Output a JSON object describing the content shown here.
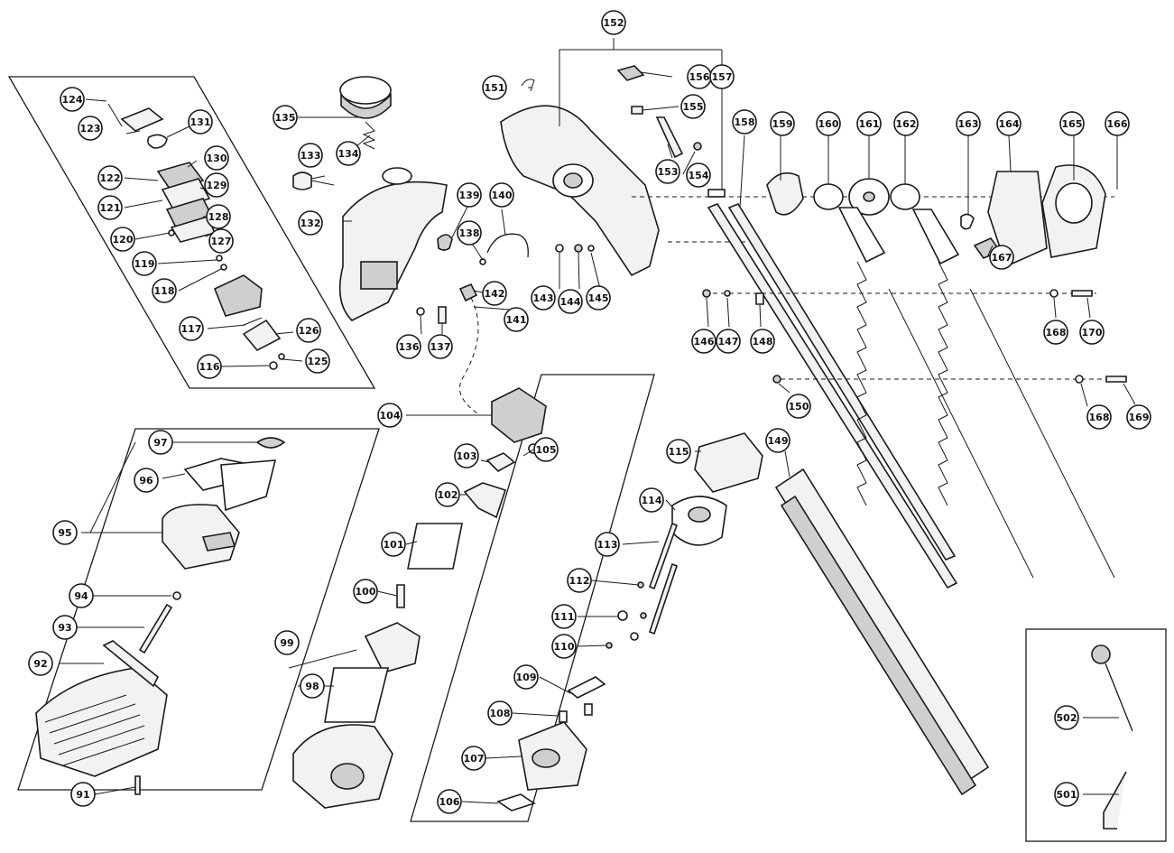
{
  "callouts": [
    {
      "id": "p124",
      "label": "124"
    },
    {
      "id": "p123",
      "label": "123"
    },
    {
      "id": "p131",
      "label": "131"
    },
    {
      "id": "p130",
      "label": "130"
    },
    {
      "id": "p122",
      "label": "122"
    },
    {
      "id": "p129",
      "label": "129"
    },
    {
      "id": "p121",
      "label": "121"
    },
    {
      "id": "p128",
      "label": "128"
    },
    {
      "id": "p127",
      "label": "127"
    },
    {
      "id": "p120",
      "label": "120"
    },
    {
      "id": "p119",
      "label": "119"
    },
    {
      "id": "p118",
      "label": "118"
    },
    {
      "id": "p117",
      "label": "117"
    },
    {
      "id": "p126",
      "label": "126"
    },
    {
      "id": "p125",
      "label": "125"
    },
    {
      "id": "p116",
      "label": "116"
    },
    {
      "id": "p135",
      "label": "135"
    },
    {
      "id": "p134",
      "label": "134"
    },
    {
      "id": "p133",
      "label": "133"
    },
    {
      "id": "p132",
      "label": "132"
    },
    {
      "id": "p136",
      "label": "136"
    },
    {
      "id": "p137",
      "label": "137"
    },
    {
      "id": "p139",
      "label": "139"
    },
    {
      "id": "p138",
      "label": "138"
    },
    {
      "id": "p140",
      "label": "140"
    },
    {
      "id": "p142",
      "label": "142"
    },
    {
      "id": "p141",
      "label": "141"
    },
    {
      "id": "p151",
      "label": "151"
    },
    {
      "id": "p152",
      "label": "152"
    },
    {
      "id": "p156",
      "label": "156"
    },
    {
      "id": "p157",
      "label": "157"
    },
    {
      "id": "p155",
      "label": "155"
    },
    {
      "id": "p153",
      "label": "153"
    },
    {
      "id": "p154",
      "label": "154"
    },
    {
      "id": "p143",
      "label": "143"
    },
    {
      "id": "p144",
      "label": "144"
    },
    {
      "id": "p145",
      "label": "145"
    },
    {
      "id": "p158",
      "label": "158"
    },
    {
      "id": "p159",
      "label": "159"
    },
    {
      "id": "p160",
      "label": "160"
    },
    {
      "id": "p161",
      "label": "161"
    },
    {
      "id": "p162",
      "label": "162"
    },
    {
      "id": "p163",
      "label": "163"
    },
    {
      "id": "p164",
      "label": "164"
    },
    {
      "id": "p165",
      "label": "165"
    },
    {
      "id": "p166",
      "label": "166"
    },
    {
      "id": "p167",
      "label": "167"
    },
    {
      "id": "p146",
      "label": "146"
    },
    {
      "id": "p147",
      "label": "147"
    },
    {
      "id": "p148",
      "label": "148"
    },
    {
      "id": "p168a",
      "label": "168"
    },
    {
      "id": "p170",
      "label": "170"
    },
    {
      "id": "p150",
      "label": "150"
    },
    {
      "id": "p168b",
      "label": "168"
    },
    {
      "id": "p169",
      "label": "169"
    },
    {
      "id": "p149",
      "label": "149"
    },
    {
      "id": "p104",
      "label": "104"
    },
    {
      "id": "p103",
      "label": "103"
    },
    {
      "id": "p105",
      "label": "105"
    },
    {
      "id": "p102",
      "label": "102"
    },
    {
      "id": "p101",
      "label": "101"
    },
    {
      "id": "p97",
      "label": "97"
    },
    {
      "id": "p96",
      "label": "96"
    },
    {
      "id": "p95",
      "label": "95"
    },
    {
      "id": "p94",
      "label": "94"
    },
    {
      "id": "p93",
      "label": "93"
    },
    {
      "id": "p92",
      "label": "92"
    },
    {
      "id": "p91",
      "label": "91"
    },
    {
      "id": "p100",
      "label": "100"
    },
    {
      "id": "p99",
      "label": "99"
    },
    {
      "id": "p98",
      "label": "98"
    },
    {
      "id": "p115",
      "label": "115"
    },
    {
      "id": "p114",
      "label": "114"
    },
    {
      "id": "p113",
      "label": "113"
    },
    {
      "id": "p112",
      "label": "112"
    },
    {
      "id": "p111",
      "label": "111"
    },
    {
      "id": "p110",
      "label": "110"
    },
    {
      "id": "p109",
      "label": "109"
    },
    {
      "id": "p108",
      "label": "108"
    },
    {
      "id": "p107",
      "label": "107"
    },
    {
      "id": "p106",
      "label": "106"
    },
    {
      "id": "p502",
      "label": "502"
    },
    {
      "id": "p501",
      "label": "501"
    }
  ]
}
